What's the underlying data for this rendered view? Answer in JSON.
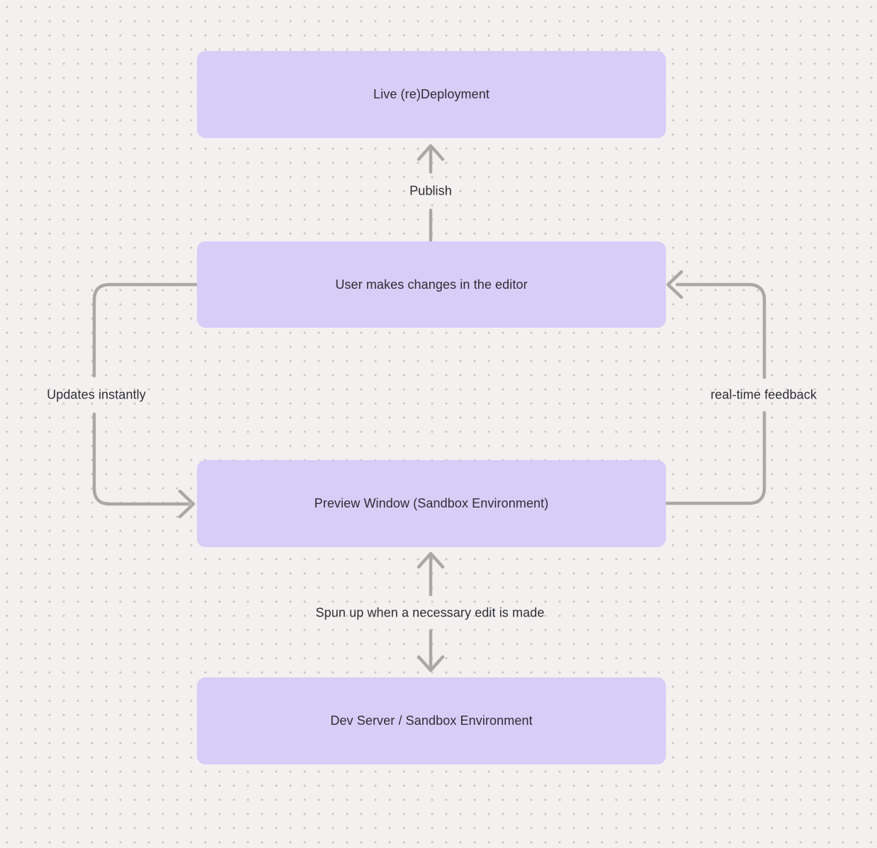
{
  "diagram": {
    "type": "flowchart",
    "nodes": [
      {
        "id": "live-deployment",
        "label": "Live (re)Deployment"
      },
      {
        "id": "editor",
        "label": "User makes changes in the editor"
      },
      {
        "id": "preview-window",
        "label": "Preview Window (Sandbox Environment)"
      },
      {
        "id": "dev-server",
        "label": "Dev Server / Sandbox Environment"
      }
    ],
    "edges": [
      {
        "id": "publish",
        "label": "Publish",
        "from": "editor",
        "to": "live-deployment",
        "direction": "up"
      },
      {
        "id": "updates-instantly",
        "label": "Updates instantly",
        "from": "editor",
        "to": "preview-window",
        "side": "left"
      },
      {
        "id": "real-time-feedback",
        "label": "real-time feedback",
        "from": "preview-window",
        "to": "editor",
        "side": "right"
      },
      {
        "id": "spun-up",
        "label": "Spun up when a necessary edit is made",
        "from": "dev-server",
        "to": "preview-window",
        "direction": "both"
      }
    ],
    "colors": {
      "background": "#f2f1f0",
      "grid_dot": "#c6c5c4",
      "node_fill": "#d7cdf7",
      "arrow": "#a9a8a6",
      "text": "#2e2d33"
    }
  }
}
